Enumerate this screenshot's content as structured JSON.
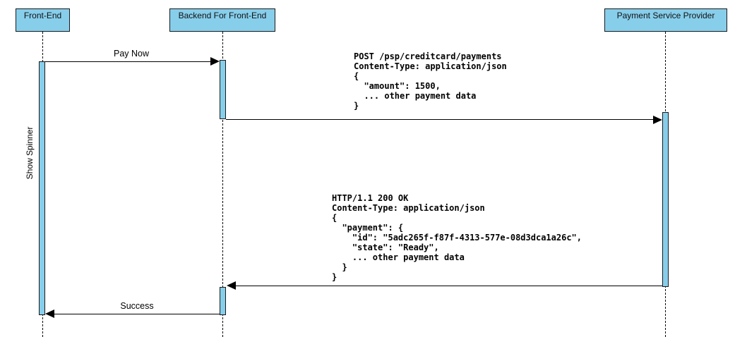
{
  "diagram": {
    "type": "uml-sequence-diagram",
    "colors": {
      "actor_fill": "#87CEEB",
      "activation_fill": "#87CEEB",
      "border": "#1a1a1a",
      "line": "#000000",
      "background": "#ffffff"
    },
    "actors": [
      {
        "label": "Front-End"
      },
      {
        "label": "Backend For Front-End"
      },
      {
        "label": "Payment Service Provider"
      }
    ],
    "messages": {
      "pay_now": "Pay Now",
      "show_spinner": "Show Spinner",
      "post_request": "POST /psp/creditcard/payments\nContent-Type: application/json\n{\n  \"amount\": 1500,\n  ... other payment data\n}",
      "http_response": "HTTP/1.1 200 OK\nContent-Type: application/json\n{\n  \"payment\": {\n    \"id\": \"5adc265f-f87f-4313-577e-08d3dca1a26c\",\n    \"state\": \"Ready\",\n    ... other payment data\n  }\n}",
      "success": "Success"
    }
  }
}
